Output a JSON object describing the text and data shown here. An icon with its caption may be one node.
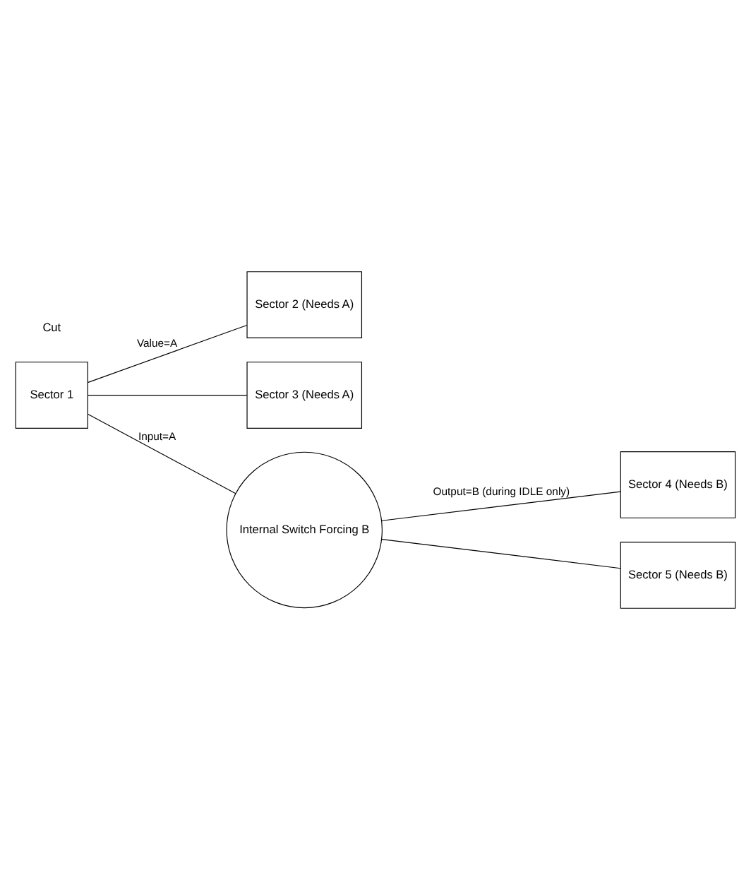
{
  "diagram": {
    "nodes": [
      {
        "text": [
          "Sector 1"
        ]
      },
      {
        "text": [
          "Sector 2 (Needs A)"
        ]
      },
      {
        "text": [
          "Sector 3 (Needs A)"
        ]
      },
      {
        "text": [
          "Internal Switch Forcing B"
        ]
      },
      {
        "text": [
          "Sector 4 (Needs B)"
        ]
      },
      {
        "text": [
          "Sector 5 (Needs B)"
        ]
      }
    ],
    "edges": [
      {
        "from": 0,
        "to": 1,
        "arrow": "none",
        "label": "Value=A"
      },
      {
        "from": 0,
        "to": 2,
        "arrow": "none"
      },
      {
        "from": 0,
        "to": 3,
        "arrow": "none",
        "label": "Input=A"
      },
      {
        "from": 3,
        "to": 4,
        "arrow": "none",
        "label": "Output=B (during IDLE only)"
      },
      {
        "from": 3,
        "to": 5,
        "arrow": "none"
      }
    ],
    "labels": [
      "Cut"
    ]
  }
}
